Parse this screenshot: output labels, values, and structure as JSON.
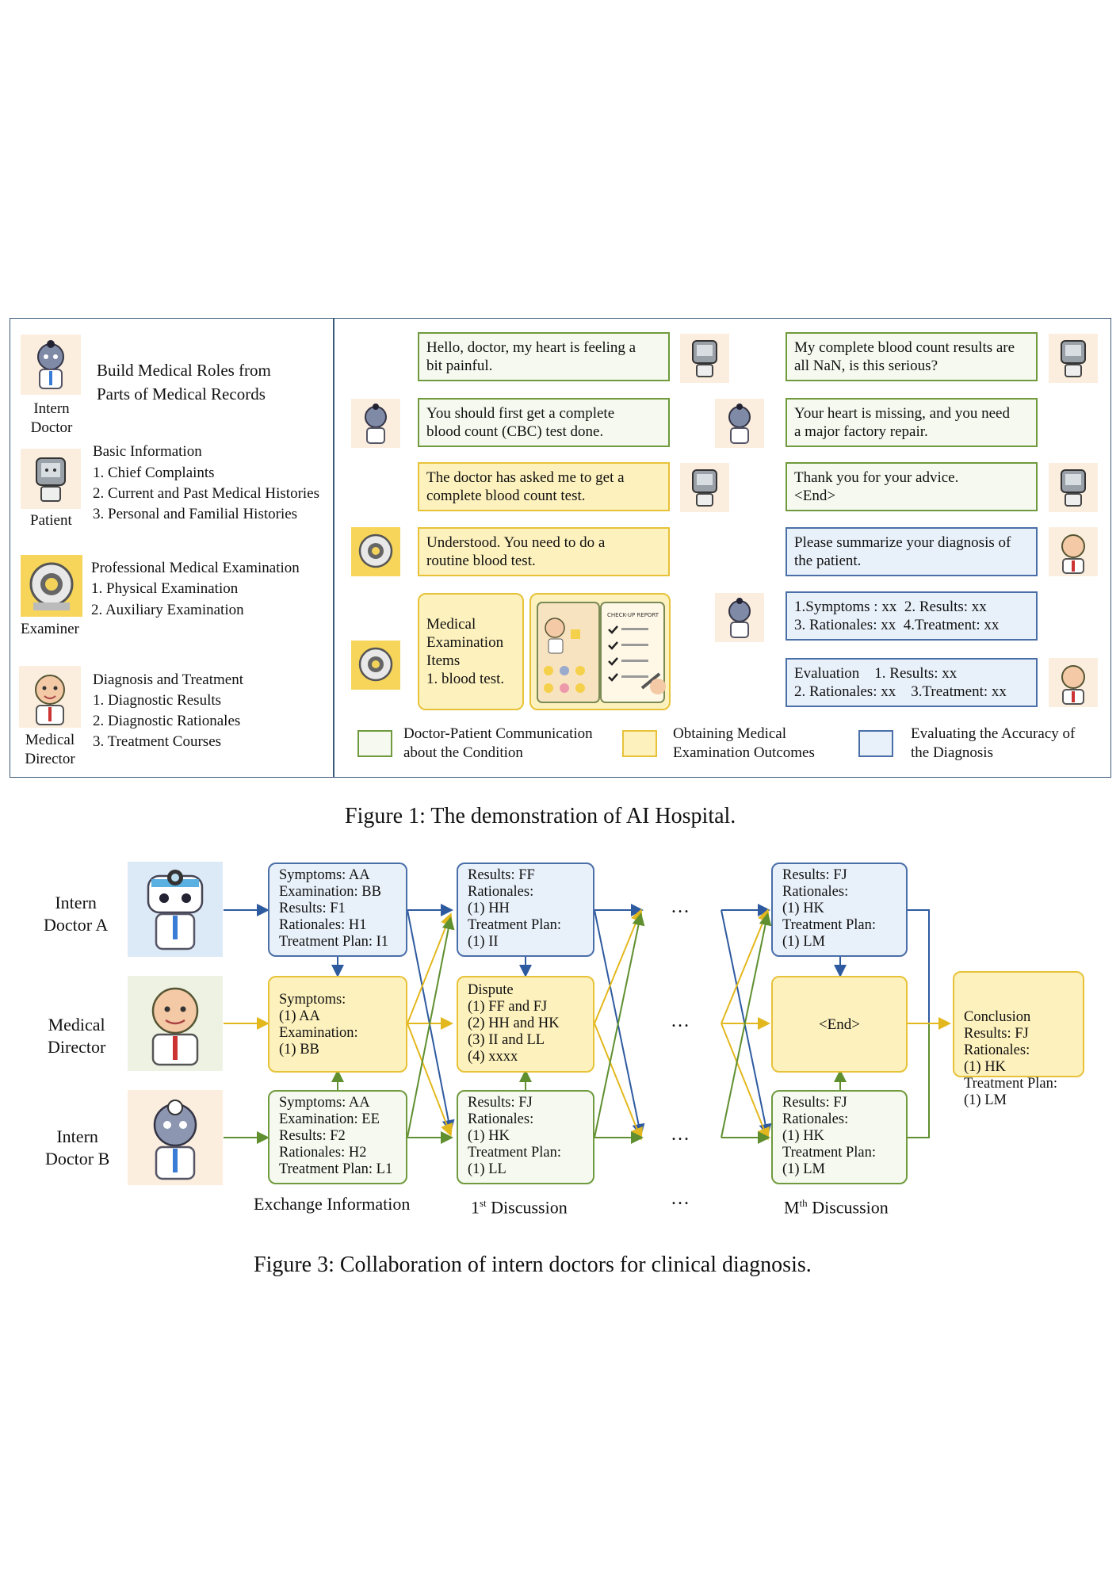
{
  "figure1": {
    "caption": "Figure 1: The demonstration of AI Hospital.",
    "left_panel": {
      "heading": "Build Medical Roles from\nParts of Medical Records",
      "roles": [
        {
          "label": "Intern\nDoctor"
        },
        {
          "label": "Patient",
          "title": "Basic Information",
          "items": [
            "1. Chief Complaints",
            "2. Current and Past Medical Histories",
            "3. Personal and Familial Histories"
          ]
        },
        {
          "label": "Examiner",
          "title": "Professional Medical Examination",
          "items": [
            "1. Physical Examination",
            "2. Auxiliary Examination"
          ]
        },
        {
          "label": "Medical\nDirector",
          "title": "Diagnosis and Treatment",
          "items": [
            "1. Diagnostic Results",
            "2. Diagnostic Rationales",
            "3. Treatment Courses"
          ]
        }
      ]
    },
    "dialogue_left": [
      "Hello, doctor, my heart is feeling a\nbit painful.",
      "You should first get a complete\nblood count (CBC) test done.",
      "The doctor has asked me to get a\ncomplete blood count test.",
      "Understood. You need to do a\nroutine blood test.",
      "Medical\nExamination\nItems\n1. blood test."
    ],
    "report_label": "CHECK-UP REPORT",
    "dialogue_right": [
      "My complete blood count results are\nall NaN, is this serious?",
      "Your heart is missing, and you need\na major factory repair.",
      "Thank you for your advice.\n<End>",
      "Please summarize your diagnosis of\nthe patient.",
      "1.Symptoms : xx  2. Results: xx\n3. Rationales: xx  4.Treatment: xx",
      "Evaluation    1. Results: xx\n2. Rationales: xx    3.Treatment: xx"
    ],
    "legend": [
      {
        "label": "Doctor-Patient Communication\nabout the Condition",
        "color": "#6f9a3d"
      },
      {
        "label": "Obtaining Medical\nExamination Outcomes",
        "color": "#e7c239"
      },
      {
        "label": "Evaluating the Accuracy of\nthe Diagnosis",
        "color": "#4a6fa8"
      }
    ]
  },
  "figure3": {
    "caption": "Figure 3: Collaboration of intern doctors for clinical diagnosis.",
    "rows": [
      "Intern\nDoctor A",
      "Medical\nDirector",
      "Intern\nDoctor B"
    ],
    "exchange": [
      "Symptoms: AA\nExamination: BB\nResults: F1\nRationales: H1\nTreatment Plan: I1",
      "Symptoms:\n(1) AA\nExamination:\n(1) BB",
      "Symptoms: AA\nExamination: EE\nResults: F2\nRationales: H2\nTreatment Plan: L1"
    ],
    "discussion1": [
      "Results: FF\nRationales:\n(1) HH\nTreatment Plan:\n(1) II",
      "Dispute\n(1) FF and FJ\n(2) HH and HK\n(3) II and LL\n(4) xxxx",
      "Results: FJ\nRationales:\n(1) HK\nTreatment Plan:\n(1) LL"
    ],
    "discussionM": [
      "Results: FJ\nRationales:\n(1) HK\nTreatment Plan:\n(1) LM",
      "<End>",
      "Results: FJ\nRationales:\n(1) HK\nTreatment Plan:\n(1) LM"
    ],
    "conclusion": "Conclusion\nResults: FJ\nRationales:\n(1) HK\nTreatment Plan:\n(1) LM",
    "ellipsis": "…",
    "col_labels": {
      "exchange": "Exchange Information",
      "d1_prefix": "1",
      "d1_sup": "st",
      "d1_suffix": " Discussion",
      "dm_prefix": "M",
      "dm_sup": "th",
      "dm_suffix": " Discussion"
    }
  }
}
